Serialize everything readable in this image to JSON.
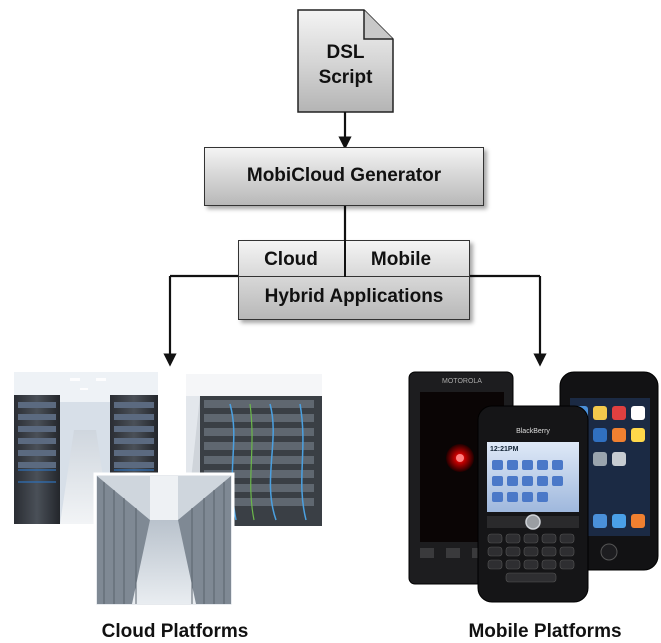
{
  "dsl_script": {
    "line1": "DSL",
    "line2": "Script"
  },
  "generator": {
    "label": "MobiCloud Generator"
  },
  "applications": {
    "cloud_label": "Cloud",
    "mobile_label": "Mobile",
    "hybrid_label": "Hybrid Applications"
  },
  "cloud_platforms": {
    "label": "Cloud Platforms"
  },
  "mobile_platforms": {
    "label": "Mobile Platforms",
    "phone_brand_motorola": "MOTOROLA",
    "phone_brand_blackberry": "BlackBerry",
    "phone_time": "12:21PM"
  }
}
